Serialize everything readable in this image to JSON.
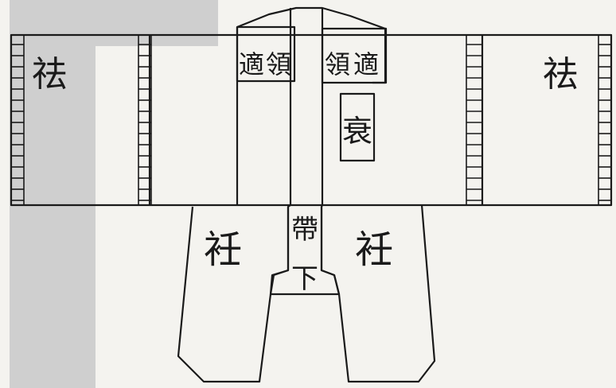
{
  "diagram": {
    "labels": {
      "sleeve_left": "祛",
      "sleeve_right": "祛",
      "collar_left": [
        "適",
        "領"
      ],
      "collar_right": [
        "領",
        "適"
      ],
      "back_panel": "衰",
      "band_chars": [
        "帶",
        "下"
      ],
      "skirt_left": "衽",
      "skirt_right": "衽"
    },
    "colors": {
      "ink": "#1a1a1a",
      "paper": "#f4f3ef",
      "shade": "#cfcfcf"
    }
  }
}
